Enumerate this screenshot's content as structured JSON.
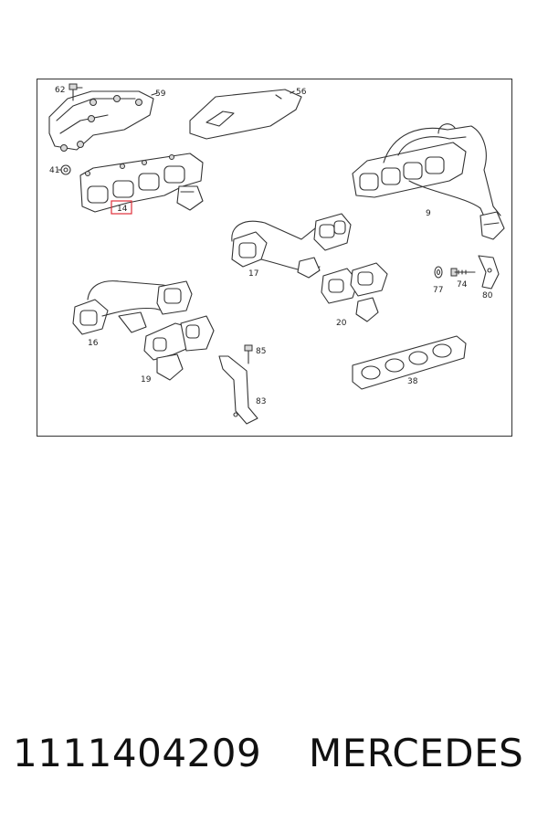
{
  "diagram": {
    "callouts": {
      "p62": "62",
      "p59": "59",
      "p56": "56",
      "p41": "41",
      "p14": "14",
      "p9": "9",
      "p17": "17",
      "p77": "77",
      "p74": "74",
      "p80": "80",
      "p20": "20",
      "p16": "16",
      "p85": "85",
      "p19": "19",
      "p83": "83",
      "p38": "38"
    },
    "highlight_color": "#e0303a"
  },
  "footer": {
    "part_number": "1111404209",
    "brand": "MERCEDES"
  }
}
